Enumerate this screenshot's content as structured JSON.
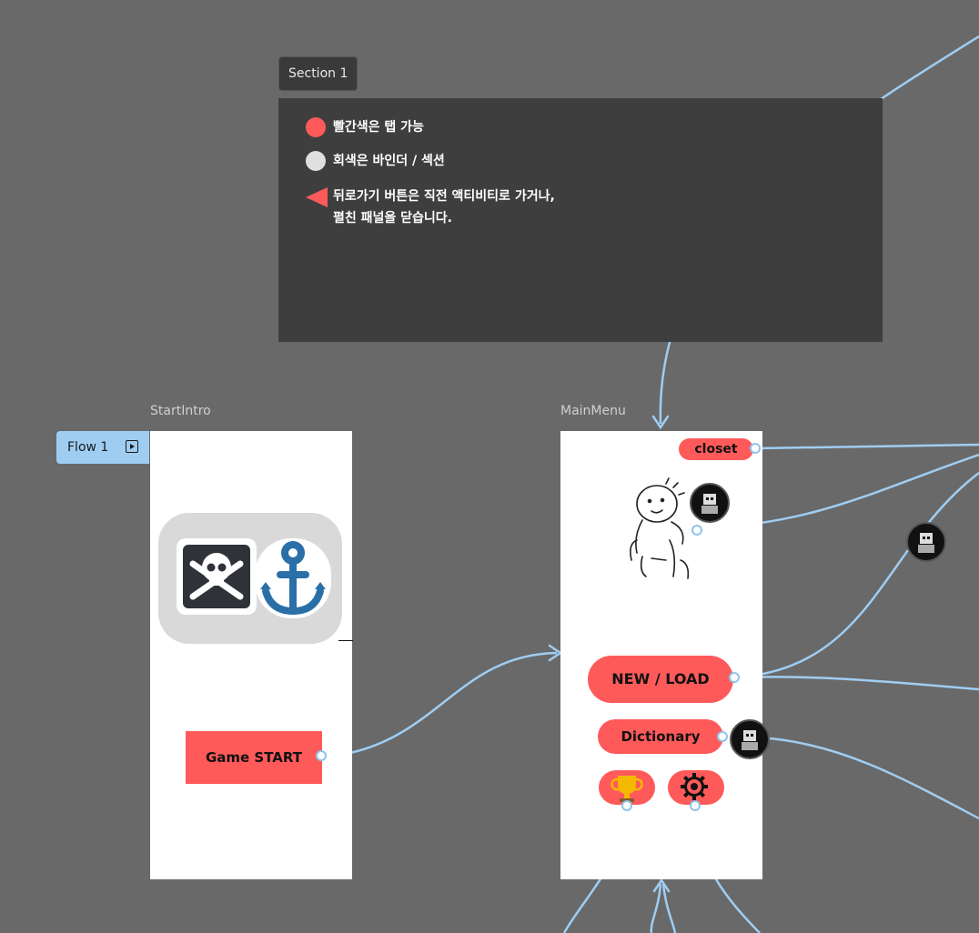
{
  "section": {
    "label": "Section 1",
    "legend": [
      {
        "text": "빨간색은 탭 가능",
        "color": "#ff5a5a",
        "shape": "circle"
      },
      {
        "text": "회색은 바인더 / 섹션",
        "color": "#e0e0e0",
        "shape": "circle"
      },
      {
        "text": "뒤로가기 버튼은 직전 액티비티로 가거나,",
        "text2": "펼친 패널을 닫습니다.",
        "color": "#ff5a5a",
        "shape": "triangle-left"
      }
    ]
  },
  "flow": {
    "label": "Flow 1",
    "icon": "play-icon"
  },
  "frames": {
    "start_intro": {
      "title": "StartIntro",
      "button": "Game START"
    },
    "main_menu": {
      "title": "MainMenu",
      "closet": "closet",
      "new_load": "NEW / LOAD",
      "dictionary": "Dictionary",
      "icons": [
        "trophy-icon",
        "gear-icon"
      ]
    }
  },
  "colors": {
    "canvas": "#696969",
    "accent": "#ff5a5a",
    "wire": "#9fcdf2",
    "section": "#3e3e3e"
  }
}
